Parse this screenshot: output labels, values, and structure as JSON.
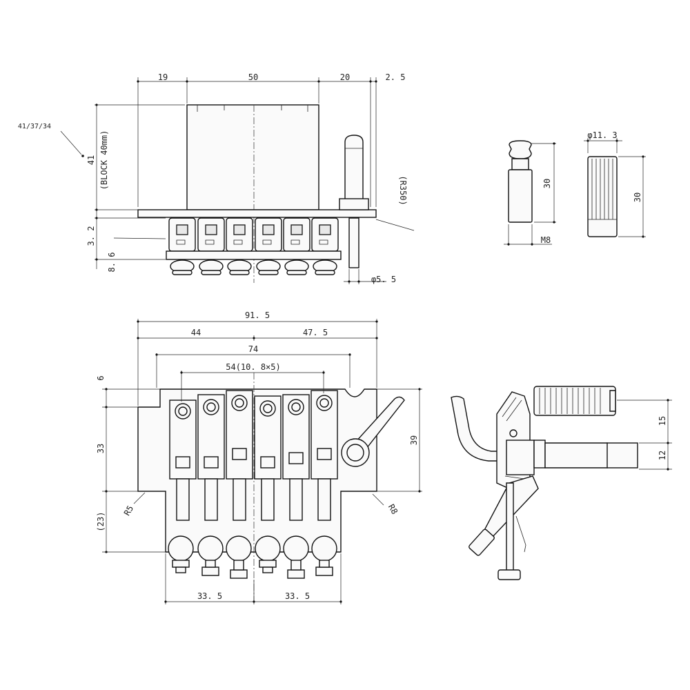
{
  "front_view": {
    "dim_19": "19",
    "dim_50": "50",
    "dim_20": "20",
    "dim_2_5": "2. 5",
    "dim_41": "41",
    "dim_block": "(BLOCK 40mm)",
    "dim_block_sizes": "41/37/34",
    "dim_3_2": "3. 2",
    "dim_8_6": "8. 6",
    "dim_r350": "(R350)",
    "dim_phi5_5": "φ5. 5"
  },
  "small_parts": {
    "stud_height": "30",
    "stud_thread": "M8",
    "bushing_diameter": "φ11. 3",
    "bushing_height": "30"
  },
  "top_view": {
    "dim_91_5": "91. 5",
    "dim_44": "44",
    "dim_47_5": "47. 5",
    "dim_74": "74",
    "dim_54": "54(10. 8×5)",
    "dim_6": "6",
    "dim_33": "33",
    "dim_39": "39",
    "dim_23": "(23)",
    "dim_r5": "R5",
    "dim_r8": "R8",
    "dim_33_5_left": "33. 5",
    "dim_33_5_right": "33. 5"
  },
  "side_view": {
    "dim_15": "15",
    "dim_12": "12"
  }
}
